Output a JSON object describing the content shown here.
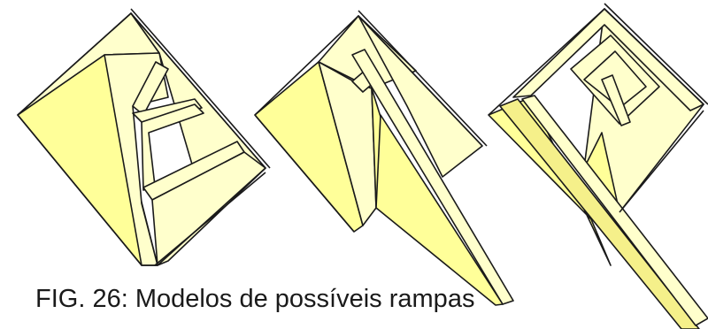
{
  "figure": {
    "caption": "FIG. 26: Modelos de possíveis rampas",
    "models": [
      {
        "name": "zigzag-ramp-pyramid"
      },
      {
        "name": "straight-ramp-pyramid"
      },
      {
        "name": "spiral-ramp-pyramid"
      }
    ]
  },
  "colors": {
    "face_light": "#ffffcc",
    "face_mid": "#ffff99",
    "face_dark": "#f5f08a",
    "edge": "#1a1a1a",
    "background": "#ffffff"
  }
}
